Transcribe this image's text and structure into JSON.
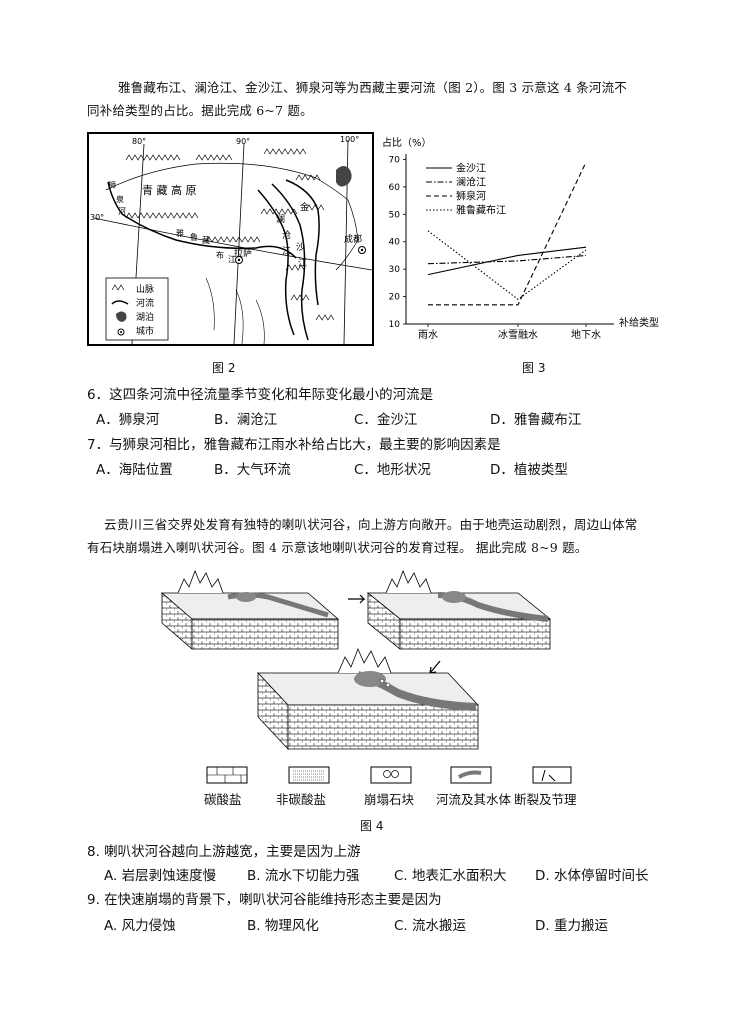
{
  "intro1": {
    "line1": "雅鲁藏布江、澜沧江、金沙江、狮泉河等为西藏主要河流（图 2）。图 3 示意这 4 条河流不",
    "line2": "同补给类型的占比。据此完成 6~7 题。"
  },
  "map": {
    "lon_labels": [
      "80°",
      "90°",
      "100°"
    ],
    "lat_label": "30°",
    "plateau": "青 藏 高 原",
    "lhasa": "拉萨",
    "chengdu": "成都",
    "river_shiquan": [
      "狮",
      "泉",
      "河"
    ],
    "river_yarlung": [
      "雅",
      "鲁",
      "藏",
      "布",
      "江"
    ],
    "river_lancang": [
      "澜",
      "沧",
      "江"
    ],
    "river_jinsha": [
      "金",
      "沙",
      "江"
    ],
    "legend": [
      "山脉",
      "河流",
      "湖泊",
      "城市"
    ],
    "caption": "图 2"
  },
  "chart_data": {
    "type": "line",
    "ylabel": "占比（%）",
    "xlabel": "补给类型",
    "categories": [
      "雨水",
      "冰雪融水",
      "地下水"
    ],
    "yticks": [
      10,
      20,
      30,
      40,
      50,
      60,
      70
    ],
    "ylim": [
      10,
      72
    ],
    "legend_placement": "top-left",
    "series": [
      {
        "name": "金沙江",
        "style": "solid",
        "values": [
          28,
          35,
          38
        ]
      },
      {
        "name": "澜沧江",
        "style": "dashdot",
        "values": [
          32,
          33,
          35
        ]
      },
      {
        "name": "狮泉河",
        "style": "dashed",
        "values": [
          17,
          17,
          69
        ]
      },
      {
        "name": "雅鲁藏布江",
        "style": "dotted",
        "values": [
          44,
          19,
          37
        ]
      }
    ],
    "caption": "图 3"
  },
  "q6": {
    "stem": "6．这四条河流中径流量季节变化和年际变化最小的河流是",
    "options": [
      "A．狮泉河",
      "B．澜沧江",
      "C．金沙江",
      "D．雅鲁藏布江"
    ]
  },
  "q7": {
    "stem": "7．与狮泉河相比，雅鲁藏布江雨水补给占比大，最主要的影响因素是",
    "options": [
      "A．海陆位置",
      "B．大气环流",
      "C．地形状况",
      "D．植被类型"
    ]
  },
  "intro2": {
    "line1": "云贵川三省交界处发育有独特的喇叭状河谷，向上游方向敞开。由于地壳运动剧烈，周边山体常",
    "line2": "有石块崩塌进入喇叭状河谷。图 4 示意该地喇叭状河谷的发育过程。 据此完成 8~9 题。"
  },
  "fig4": {
    "legend": [
      "碳酸盐",
      "非碳酸盐",
      "崩塌石块",
      "河流及其水体",
      "断裂及节理"
    ],
    "caption": "图 4"
  },
  "q8": {
    "stem": "8. 喇叭状河谷越向上游越宽，主要是因为上游",
    "options": [
      "A. 岩层剥蚀速度慢",
      "B. 流水下切能力强",
      "C. 地表汇水面积大",
      "D. 水体停留时间长"
    ]
  },
  "q9": {
    "stem": "9. 在快速崩塌的背景下，喇叭状河谷能维持形态主要是因为",
    "options": [
      "A. 风力侵蚀",
      "B. 物理风化",
      "C. 流水搬运",
      "D. 重力搬运"
    ]
  }
}
